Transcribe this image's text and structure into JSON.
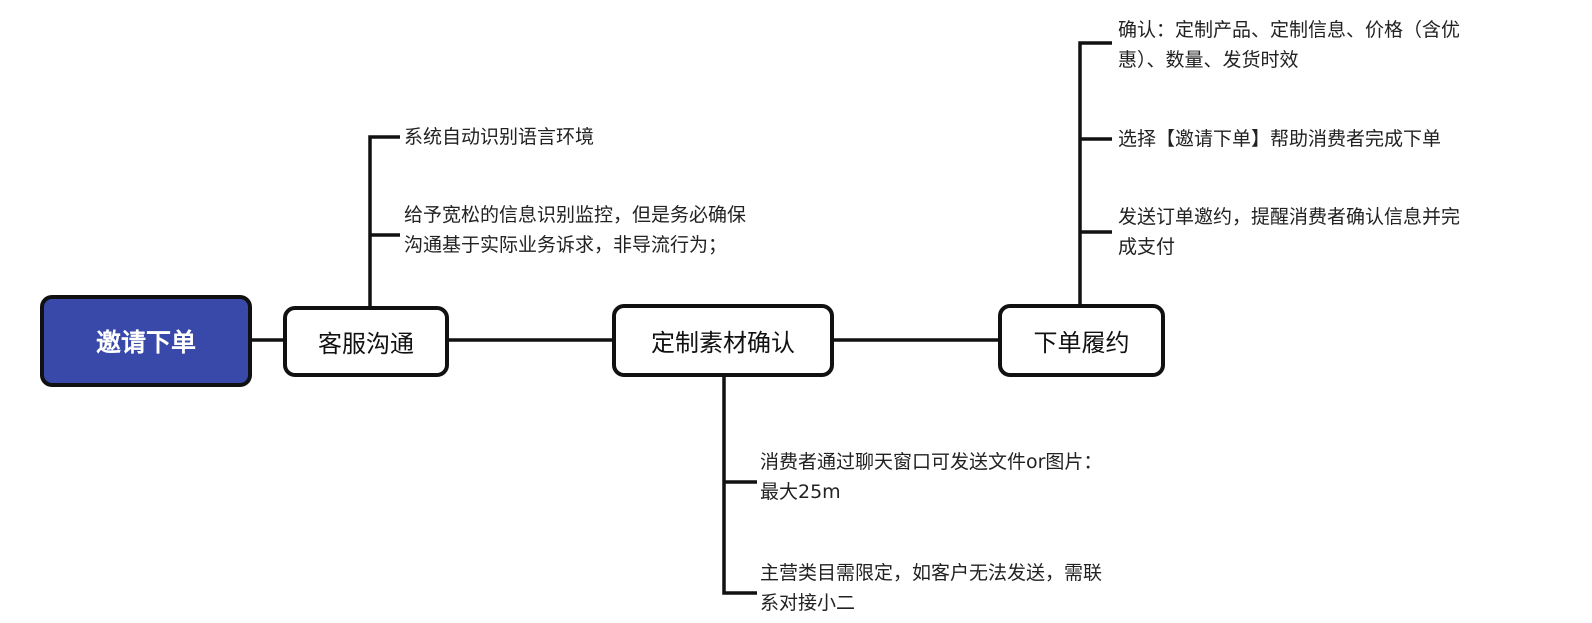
{
  "root": {
    "label": "邀请下单",
    "color": "#3849aa"
  },
  "steps": [
    {
      "label": "客服沟通",
      "notes": [
        "系统自动识别语言环境",
        "给予宽松的信息识别监控，但是务必确保\n沟通基于实际业务诉求，非导流行为；"
      ]
    },
    {
      "label": "定制素材确认",
      "notes": [
        "消费者通过聊天窗口可发送文件or图片：\n最大25m",
        "主营类目需限定，如客户无法发送，需联\n系对接小二"
      ]
    },
    {
      "label": "下单履约",
      "notes": [
        "确认：定制产品、定制信息、价格（含优\n惠）、数量、发货时效",
        "选择【邀请下单】帮助消费者完成下单",
        "发送订单邀约，提醒消费者确认信息并完\n成支付"
      ]
    }
  ]
}
